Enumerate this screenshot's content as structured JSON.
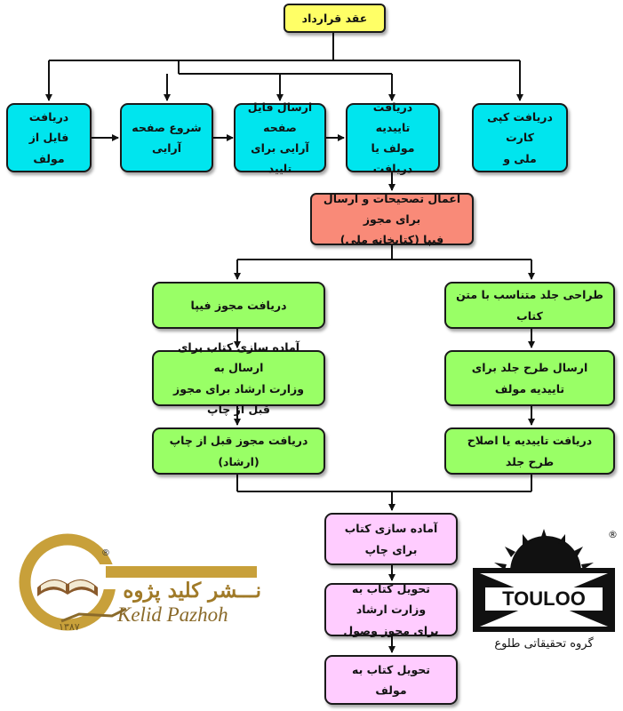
{
  "flowchart": {
    "nodes": {
      "contract": "عقد قرارداد",
      "receive_author_file": "دریافت فایل از\nمولف",
      "start_layout": "شروع صفحه\nآرایی",
      "send_layout_file": "ارسال فایل صفحه\nآرایی برای تایید",
      "receive_approval": "دریافت تاییدیه\nمولف یا دریافت",
      "receive_id_copy": "دریافت کپی کارت\nملی و",
      "corrections_fipa": "اعمال تصحیحات و ارسال برای مجوز\nفیپا (کتابخانه ملی)",
      "receive_fipa": "دریافت مجوز فیپا",
      "prepare_for_ministry": "آماده سازی کتاب برای ارسال به\nوزارت ارشاد برای مجوز قبل از چاپ",
      "receive_preprint_permit": "دریافت مجوز قبل از چاپ (ارشاد)",
      "design_cover": "طراحی جلد متناسب با متن کتاب",
      "send_cover_design": "ارسال طرح جلد برای تاییدیه مولف",
      "receive_cover_approval": "دریافت تاییدیه یا اصلاح طرح جلد",
      "prepare_for_print": "آماده سازی کتاب برای چاپ",
      "deliver_to_ministry": "تحویل کتاب به وزارت ارشاد\nبرای مجوز وصول",
      "deliver_to_author": "تحویل کتاب به مولف"
    }
  },
  "logos": {
    "kelid": {
      "persian_name": "نـــشر کلید پژوه",
      "latin_name": "Kelid Pazhoh",
      "year": "۱۳۸۷",
      "registered": "®"
    },
    "touloo": {
      "brand": "TOULOO",
      "caption": "گروه تحقیقاتی طلوع",
      "registered": "®"
    }
  },
  "colors": {
    "yellow": "#ffff66",
    "cyan": "#00e5ee",
    "salmon": "#f98a78",
    "green": "#99ff66",
    "pink": "#ffccff",
    "gold": "#c8a03a"
  }
}
